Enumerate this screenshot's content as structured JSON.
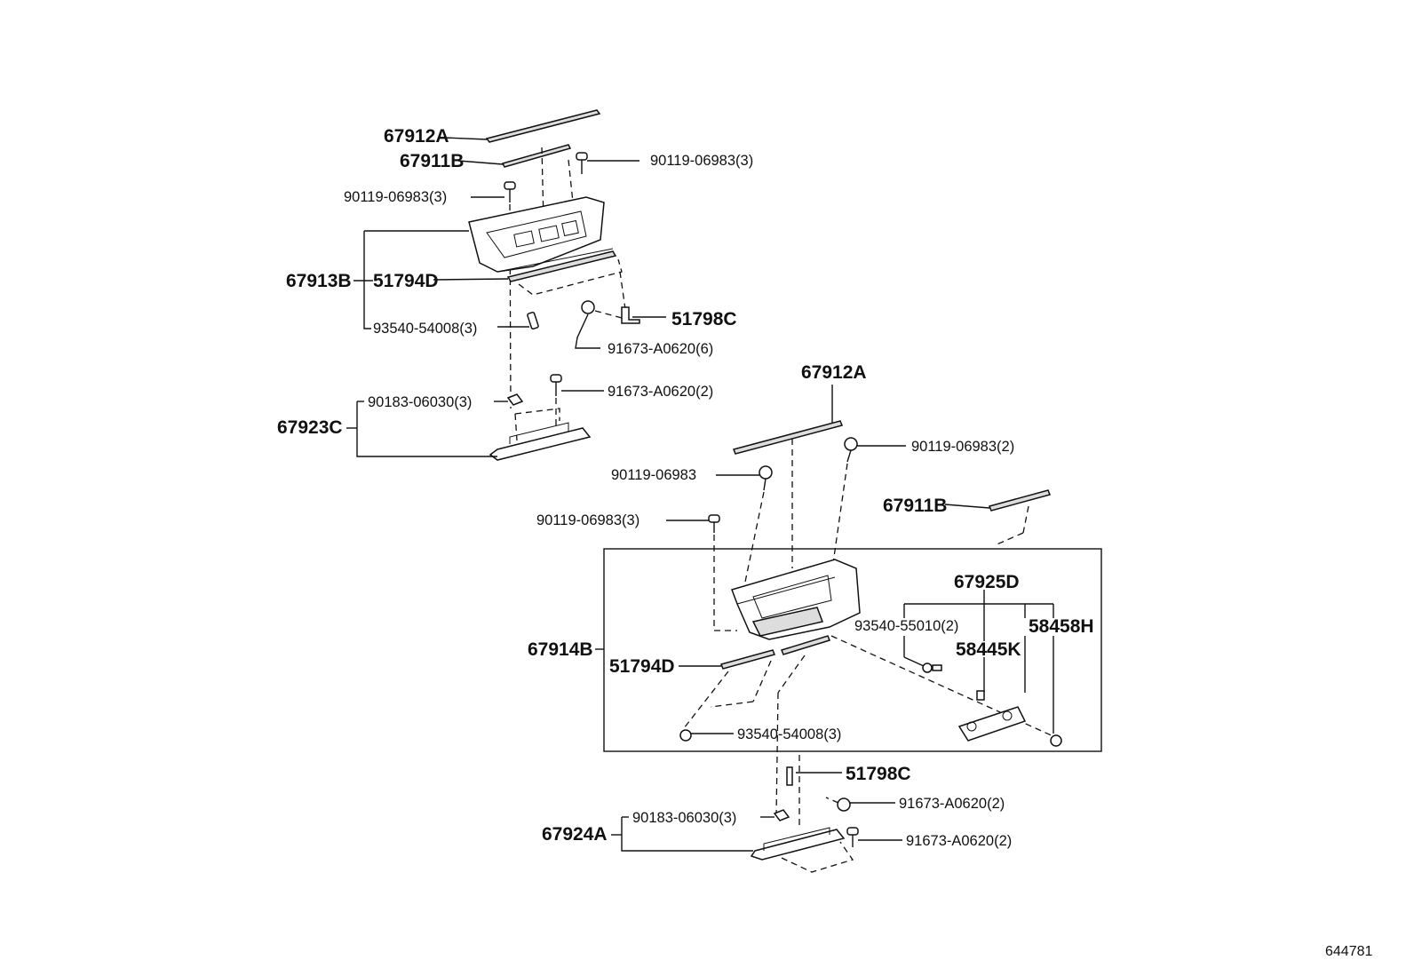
{
  "diagram_id": "644781",
  "upper_assembly": {
    "labels": {
      "strip_a": "67912A",
      "strip_b": "67911B",
      "screw_top_right": "90119-06983(3)",
      "screw_top_left": "90119-06983(3)",
      "assembly": "67913B",
      "weatherstrip": "51794D",
      "screw_lower": "93540-54008(3)",
      "bracket": "51798C",
      "clip_upper": "91673-A0620(6)",
      "clip_lower": "91673-A0620(2)",
      "nut": "90183-06030(3)",
      "lower_trim": "67923C"
    }
  },
  "lower_assembly": {
    "labels": {
      "strip_a": "67912A",
      "screw_right": "90119-06983(2)",
      "screw_center": "90119-06983",
      "strip_b": "67911B",
      "screw_left": "90119-06983(3)",
      "retainer": "67925D",
      "screw_small": "93540-55010(2)",
      "pad": "58445K",
      "cap": "58458H",
      "assembly": "67914B",
      "weatherstrip": "51794D",
      "screw_bottom": "93540-54008(3)",
      "bracket": "51798C",
      "clip_a": "91673-A0620(2)",
      "nut": "90183-06030(3)",
      "clip_b": "91673-A0620(2)",
      "lower_trim": "67924A"
    }
  }
}
